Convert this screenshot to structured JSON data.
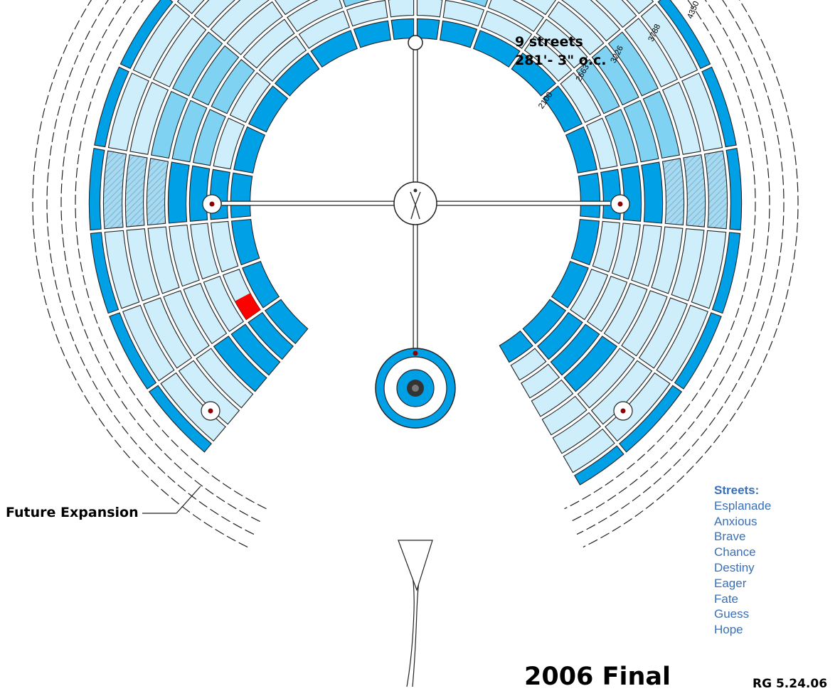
{
  "plan": {
    "title": "2006 Final",
    "credit": "RG 5.24.06",
    "street_count_label": "9 streets",
    "street_spacing_label": "281'- 3\" o.c.",
    "future_expansion_label": "Future Expansion"
  },
  "radial_labels": [
    "2100",
    "2663",
    "3226",
    "3788",
    "4350"
  ],
  "legend": {
    "heading": "Streets:",
    "streets": [
      "Esplanade",
      "Anxious",
      "Brave",
      "Chance",
      "Destiny",
      "Eager",
      "Fate",
      "Guess",
      "Hope"
    ]
  },
  "colors": {
    "block_light": "#cdeefa",
    "block_dark": "#00a0e6",
    "block_medium": "#7fd2f2",
    "road": "#ffffff",
    "outline": "#222222",
    "marker": "#8b0000",
    "highlight": "#ff0000",
    "legend_text": "#3a6fb5"
  }
}
